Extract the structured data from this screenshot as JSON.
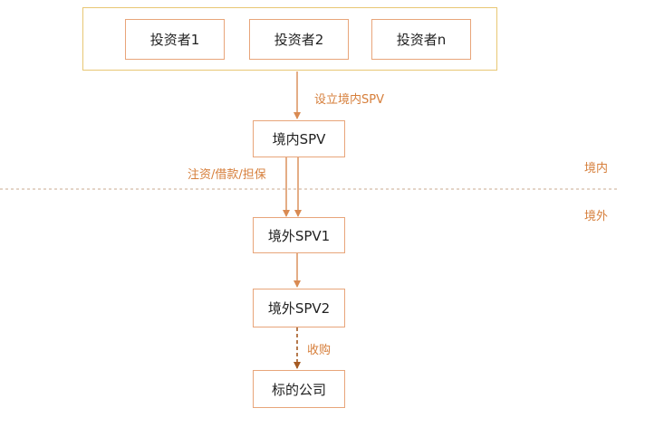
{
  "investors": [
    "投资者1",
    "投资者2",
    "投资者n"
  ],
  "domestic_spv": "境内SPV",
  "offshore_spv1": "境外SPV1",
  "offshore_spv2": "境外SPV2",
  "target_company": "标的公司",
  "edge_labels": {
    "establish": "设立境内SPV",
    "funding": "注资/借款/担保",
    "acquisition": "收购"
  },
  "regions": {
    "domestic": "境内",
    "offshore": "境外"
  },
  "colors": {
    "frame_border": "#E8C774",
    "box_border": "#E8A57A",
    "arrow": "#D98A52",
    "dashed_arrow": "#A55A22",
    "label_text": "#D67E3A",
    "divider": "#C9A98F"
  }
}
